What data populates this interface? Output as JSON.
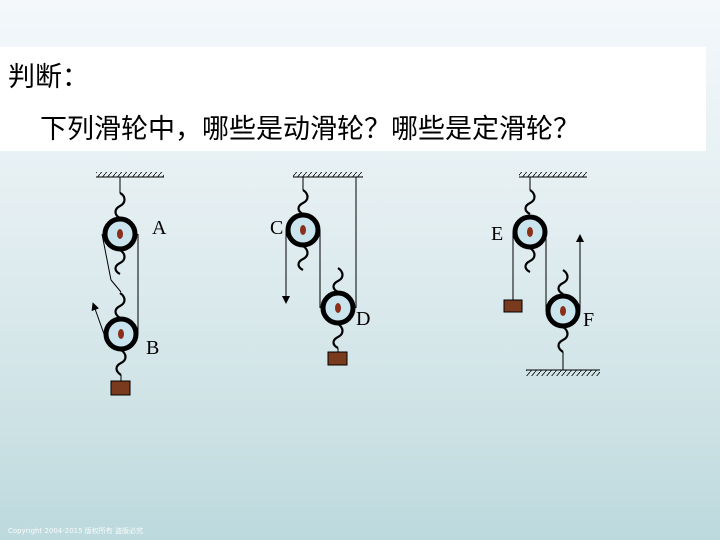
{
  "slide": {
    "heading": "判断：",
    "question": "下列滑轮中，哪些是动滑轮？哪些是定滑轮？",
    "footer": "Copyright 2004-2015 版权所有 盗版必究"
  },
  "pulley_labels": {
    "a": "A",
    "b": "B",
    "c": "C",
    "d": "D",
    "e": "E",
    "f": "F"
  },
  "colors": {
    "wheel_fill": "#c9e4ec",
    "wheel_rim": "#000000",
    "axle": "#8b2e1a",
    "weight": "#7a3a1d"
  }
}
